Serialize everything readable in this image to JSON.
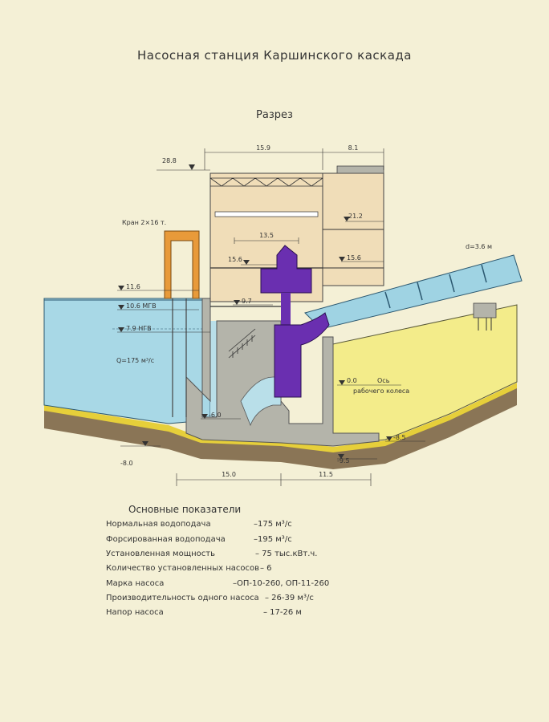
{
  "title": "Насосная станция Каршинского каскада",
  "subtitle": "Разрез",
  "dimensions": {
    "top_left": "15.9",
    "top_right": "8.1",
    "hall_span": "13.5",
    "bottom_left": "15.0",
    "bottom_right": "11.5"
  },
  "levels": {
    "roof": "28.8",
    "floor_upper": "21.2",
    "floor_hall_left": "15.6",
    "floor_hall_right": "15.6",
    "water_top": "11.6",
    "mgv": "10.6 МГВ",
    "ngv": "7.9 НГВ",
    "floor_mid": "9.7",
    "axis": "0.0",
    "bottom_inner": "-6.0",
    "bottom_outer": "-8.0",
    "foundation_right": "-8.5",
    "foundation_bottom": "-9.5"
  },
  "labels": {
    "crane": "Кран 2×16 т.",
    "discharge": "Q=175 м³/с",
    "pipe_diameter": "d=3.6 м",
    "axis_line1": "Ось",
    "axis_line2": "рабочего колеса"
  },
  "indicators": {
    "heading": "Основные показатели",
    "rows": [
      {
        "label": "Нормальная водоподача",
        "value": "–175 м³/с"
      },
      {
        "label": "Форсированная водоподача",
        "value": "–195 м³/с"
      },
      {
        "label": "Установленная мощность",
        "value": "– 75 тыс.кВт.ч."
      },
      {
        "label": "Количество установленных насосов",
        "value": "– 6"
      },
      {
        "label": "Марка насоса",
        "value": "–ОП-10-260, ОП-11-260"
      },
      {
        "label": "Производительность одного насоса",
        "value": "– 26-39 м³/с"
      },
      {
        "label": "Напор насоса",
        "value": "– 17-26 м"
      }
    ]
  },
  "colors": {
    "paper": "#f4f0d6",
    "water": "#a8d8e6",
    "pipe": "#9fd3e3",
    "soil_fill": "#f3ec8a",
    "concrete": "#b4b4aa",
    "pump": "#6a2fb0",
    "crane": "#e89a3a",
    "building": "#f0ddb8",
    "ground": "#8a7556",
    "gravel": "#e6cf3a"
  }
}
